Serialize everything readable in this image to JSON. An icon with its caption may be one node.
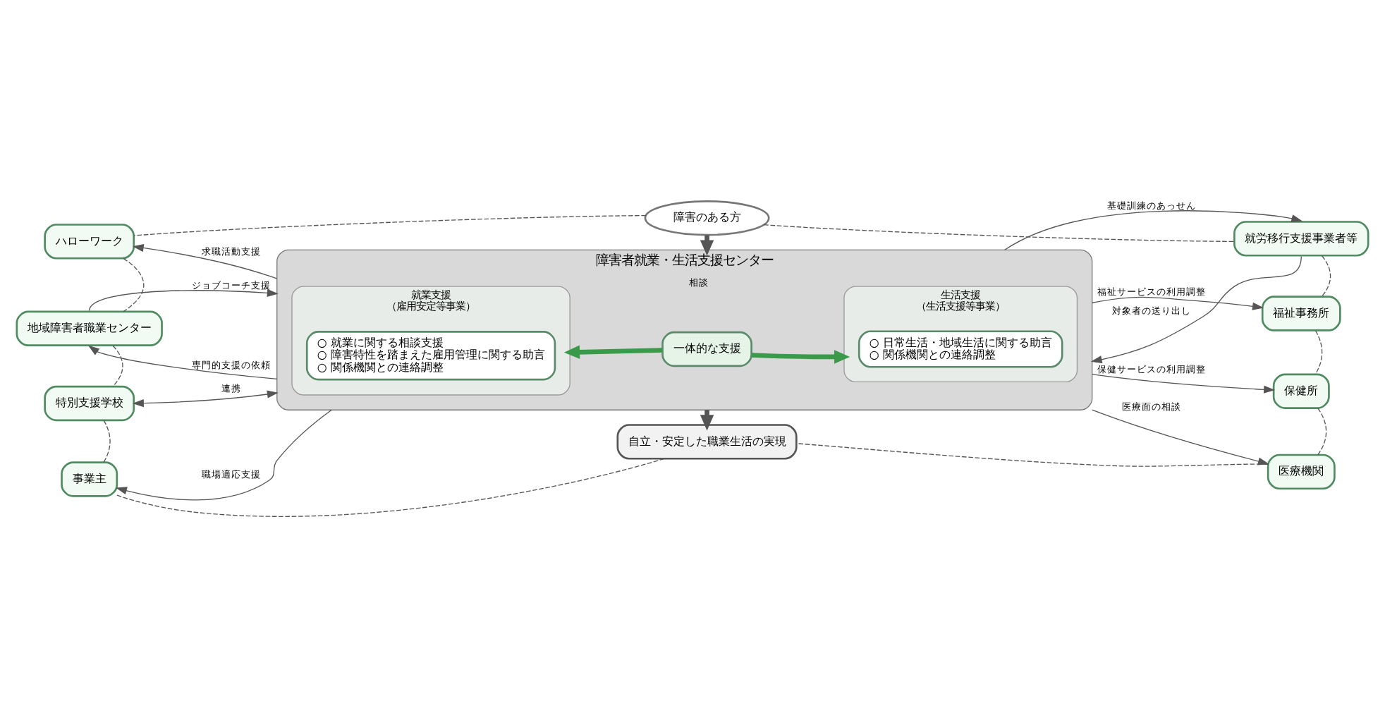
{
  "diagram": {
    "nodes": [
      {
        "text": [
          "障害のある方"
        ]
      },
      {
        "text": [
          "ハローワーク"
        ]
      },
      {
        "text": [
          "地域障害者職業センター"
        ]
      },
      {
        "text": [
          "特別支援学校"
        ]
      },
      {
        "text": [
          "事業主"
        ]
      },
      {
        "text": [
          "障害者就業・生活支援センター"
        ]
      },
      {
        "text": [
          "就業支援",
          "（雇用安定等事業）"
        ],
        "in": 5
      },
      {
        "text": [
          "○ 就業に関する相談支援",
          "○ 障害特性を踏まえた雇用管理に関する助言",
          "○ 関係機関との連絡調整"
        ],
        "in": 6
      },
      {
        "text": [
          "一体的な支援"
        ],
        "in": 5
      },
      {
        "text": [
          "生活支援",
          "（生活支援等事業）"
        ],
        "in": 5
      },
      {
        "text": [
          "○ 日常生活・地域生活に関する助言",
          "○ 関係機関との連絡調整"
        ],
        "in": 9
      },
      {
        "text": [
          "就労移行支援事業者等"
        ]
      },
      {
        "text": [
          "福祉事務所"
        ]
      },
      {
        "text": [
          "保健所"
        ]
      },
      {
        "text": [
          "医療機関"
        ]
      },
      {
        "text": [
          "自立・安定した職業生活の実現"
        ]
      }
    ],
    "edges": [
      {
        "from": 0,
        "to": 1,
        "arrow": "none",
        "style": "dashed"
      },
      {
        "from": 1,
        "to": 2,
        "arrow": "none",
        "style": "dashed"
      },
      {
        "from": 2,
        "to": 3,
        "arrow": "none",
        "style": "dashed"
      },
      {
        "from": 3,
        "to": 4,
        "arrow": "none",
        "style": "dashed"
      },
      {
        "from": 4,
        "to": 15,
        "arrow": "none",
        "style": "dashed"
      },
      {
        "from": 0,
        "to": 11,
        "arrow": "none",
        "style": "dashed"
      },
      {
        "from": 11,
        "to": 12,
        "arrow": "none",
        "style": "dashed"
      },
      {
        "from": 12,
        "to": 13,
        "arrow": "none",
        "style": "dashed"
      },
      {
        "from": 13,
        "to": 14,
        "arrow": "none",
        "style": "dashed"
      },
      {
        "from": 14,
        "to": 15,
        "arrow": "none",
        "style": "dashed"
      },
      {
        "from": 0,
        "to": 5,
        "arrow": "to",
        "label": "相談",
        "style": "thick"
      },
      {
        "from": 5,
        "to": 15,
        "arrow": "to",
        "style": "thick"
      },
      {
        "from": 5,
        "to": 1,
        "arrow": "to",
        "label": "求職活動支援"
      },
      {
        "from": 2,
        "to": 5,
        "arrow": "to",
        "label": "ジョブコーチ支援"
      },
      {
        "from": 5,
        "to": 2,
        "arrow": "to",
        "label": "専門的支援の依頼"
      },
      {
        "from": 3,
        "to": 5,
        "arrow": "both",
        "label": "連携"
      },
      {
        "from": 5,
        "to": 4,
        "arrow": "to",
        "label": "職場適応支援"
      },
      {
        "from": 5,
        "to": 11,
        "arrow": "to",
        "label": "基礎訓練のあっせん"
      },
      {
        "from": 11,
        "to": 5,
        "arrow": "to",
        "label": "対象者の送り出し"
      },
      {
        "from": 5,
        "to": 12,
        "arrow": "to",
        "label": "福祉サービスの利用調整"
      },
      {
        "from": 5,
        "to": 13,
        "arrow": "to",
        "label": "保健サービスの利用調整"
      },
      {
        "from": 5,
        "to": 14,
        "arrow": "to",
        "label": "医療面の相談"
      },
      {
        "from": 8,
        "to": 6,
        "arrow": "to",
        "color": "#3a9a4a",
        "style": "thick"
      },
      {
        "from": 8,
        "to": 9,
        "arrow": "to",
        "color": "#3a9a4a",
        "style": "thick"
      }
    ]
  }
}
